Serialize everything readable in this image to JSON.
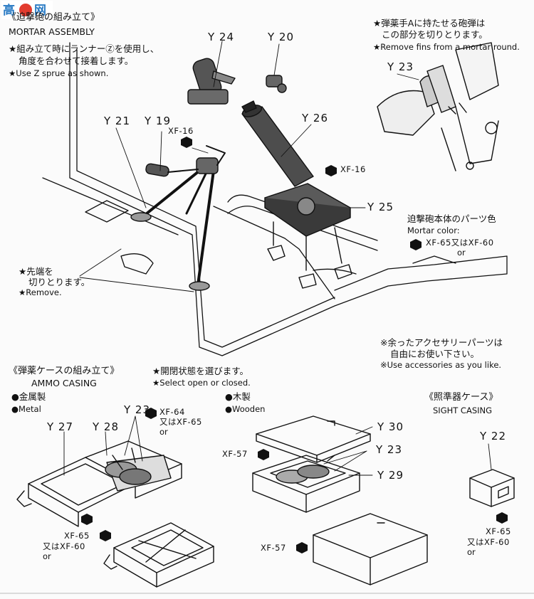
{
  "logo": {
    "text": "高■网"
  },
  "mortar": {
    "heading_jp": "《迫撃砲の組み立て》",
    "heading_en": "MORTAR ASSEMBLY",
    "note1_jp_line1": "★組み立て時にランナーⓏを使用し、",
    "note1_jp_line2": "角度を合わせて接着します。",
    "note1_en": "★Use Z sprue as shown.",
    "labels": {
      "y24": "Y 24",
      "y20": "Y 20",
      "y21": "Y 21",
      "y19": "Y 19",
      "y26": "Y 26",
      "y25": "Y 25"
    },
    "paint_xf16_a": "XF-16",
    "paint_xf16_b": "XF-16",
    "remove_jp_line1": "★先端を",
    "remove_jp_line2": "切りとります。",
    "remove_en": "★Remove."
  },
  "ammo_loader": {
    "note_jp_line1": "★弾薬手Aに持たせる砲弾は",
    "note_jp_line2": "この部分を切りとります。",
    "note_en": "★Remove fins from a mortar round.",
    "label": "Y 23"
  },
  "mortar_color": {
    "title_jp": "迫撃砲本体のパーツ色",
    "title_en": "Mortar color:",
    "paint": "XF-65又はXF-60",
    "or": "or"
  },
  "accessories": {
    "note_jp_line1": "※余ったアクセサリーパーツは",
    "note_jp_line2": "自由にお使い下さい。",
    "note_en": "※Use accessories as you like."
  },
  "ammo_casing": {
    "heading_jp": "《弾薬ケースの組み立て》",
    "heading_en": "AMMO CASING",
    "choose_jp": "★開閉状態を選びます。",
    "choose_en": "★Select open or closed.",
    "metal_jp": "●金属製",
    "metal_en": "●Metal",
    "wooden_jp": "●木製",
    "wooden_en": "●Wooden",
    "labels": {
      "y27": "Y 27",
      "y28": "Y 28",
      "y23a": "Y 23",
      "y30": "Y 30",
      "y23b": "Y 23",
      "y29": "Y 29"
    },
    "paint_metal_top": "XF-64",
    "paint_metal_top2": "又はXF-65",
    "paint_metal_top_or": "or",
    "paint_metal_bottom": "XF-65",
    "paint_metal_bottom2": "又はXF-60",
    "paint_metal_bottom_or": "or",
    "paint_wood_top": "XF-57",
    "paint_wood_bottom": "XF-57"
  },
  "sight_casing": {
    "heading_jp": "《照準器ケース》",
    "heading_en": "SIGHT CASING",
    "label": "Y 22",
    "paint1": "XF-65",
    "paint2": "又はXF-60",
    "or": "or"
  },
  "colors": {
    "ink": "#111111",
    "paper": "#fbfbfb",
    "grey": "#9a9a9a",
    "dark": "#3a3a3a",
    "logo_blue": "#2a7bc4"
  }
}
